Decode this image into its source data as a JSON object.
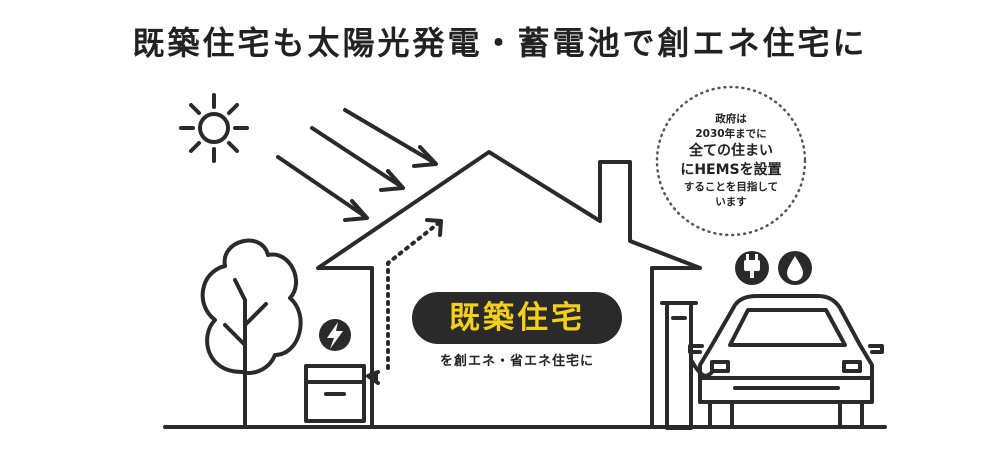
{
  "headline": "既築住宅も太陽光発電・蓄電池で創エネ住宅に",
  "badge": "既築住宅",
  "caption": "を創エネ・省エネ住宅に",
  "note": {
    "line1": "政府は",
    "line2": "2030年までに",
    "line3": "全ての住まい",
    "line4": "にHEMSを設置",
    "line5": "することを目指して",
    "line6": "います"
  },
  "colors": {
    "line": "#2a2a2a",
    "accent": "#f5cf1a",
    "badge_bg": "#2a2a2a"
  },
  "icons": [
    "sun-icon",
    "plug-icon",
    "water-drop-icon",
    "lightning-bolt-icon",
    "tree-icon",
    "car-icon"
  ]
}
